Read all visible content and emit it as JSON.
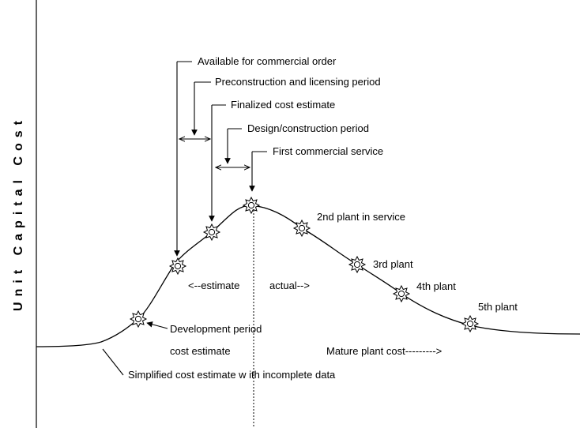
{
  "diagram": {
    "y_axis_label": "Unit  Capital  Cost",
    "annotations": {
      "available_for_commercial_order": "Available for commercial order",
      "preconstruction_licensing": "Preconstruction and licensing period",
      "finalized_cost_estimate": "Finalized cost estimate",
      "design_construction": "Design/construction period",
      "first_commercial_service": "First commercial service",
      "second_plant": "2nd plant in service",
      "third_plant": "3rd plant",
      "fourth_plant": "4th plant",
      "fifth_plant": "5th plant",
      "estimate": "<--estimate",
      "actual": "actual-->",
      "development_period": "Development period",
      "cost_estimate": "cost estimate",
      "mature_plant_cost": "Mature plant cost--------->",
      "simplified_estimate": "Simplified cost estimate w ith incomplete data"
    },
    "colors": {
      "line": "#000000",
      "background": "#ffffff"
    }
  }
}
